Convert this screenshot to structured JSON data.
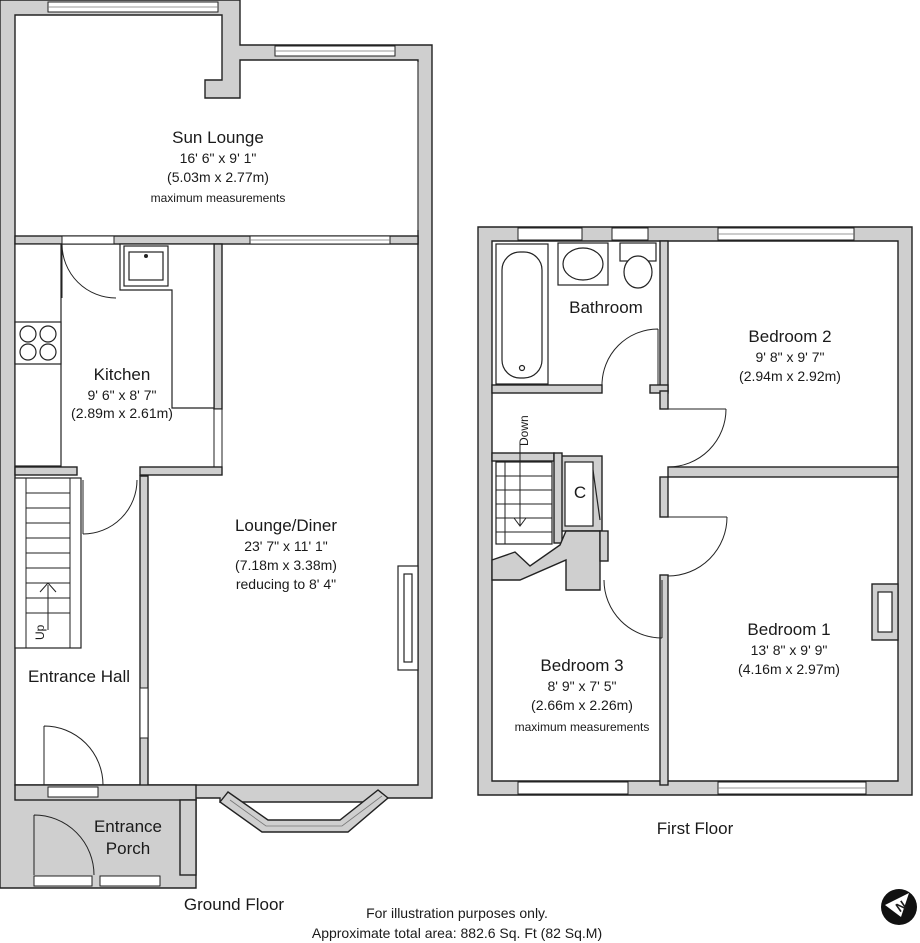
{
  "ground_floor": {
    "label": "Ground Floor",
    "rooms": {
      "sun_lounge": {
        "name": "Sun Lounge",
        "dims_imperial": "16' 6\" x 9' 1\"",
        "dims_metric": "(5.03m x 2.77m)",
        "note": "maximum measurements"
      },
      "kitchen": {
        "name": "Kitchen",
        "dims_imperial": "9' 6\" x 8' 7\"",
        "dims_metric": "(2.89m x 2.61m)"
      },
      "lounge_diner": {
        "name": "Lounge/Diner",
        "dims_imperial": "23' 7\" x 11' 1\"",
        "dims_metric": "(7.18m x 3.38m)",
        "note": "reducing to 8' 4\""
      },
      "entrance_hall": {
        "name": "Entrance Hall"
      },
      "entrance_porch": {
        "name_line1": "Entrance",
        "name_line2": "Porch"
      }
    },
    "stairs_label": "Up"
  },
  "first_floor": {
    "label": "First Floor",
    "rooms": {
      "bathroom": {
        "name": "Bathroom"
      },
      "bedroom_2": {
        "name": "Bedroom 2",
        "dims_imperial": "9' 8\" x 9' 7\"",
        "dims_metric": "(2.94m x 2.92m)"
      },
      "bedroom_1": {
        "name": "Bedroom 1",
        "dims_imperial": "13' 8\" x 9' 9\"",
        "dims_metric": "(4.16m x 2.97m)"
      },
      "bedroom_3": {
        "name": "Bedroom 3",
        "dims_imperial": "8' 9\" x 7' 5\"",
        "dims_metric": "(2.66m x 2.26m)",
        "note": "maximum measurements"
      },
      "cupboard": {
        "name": "C"
      }
    },
    "stairs_label": "Down"
  },
  "footer": {
    "line1": "For illustration purposes only.",
    "line2": "Approximate total area: 882.6 Sq. Ft (82 Sq.M)"
  },
  "compass": {
    "letter": "N"
  }
}
